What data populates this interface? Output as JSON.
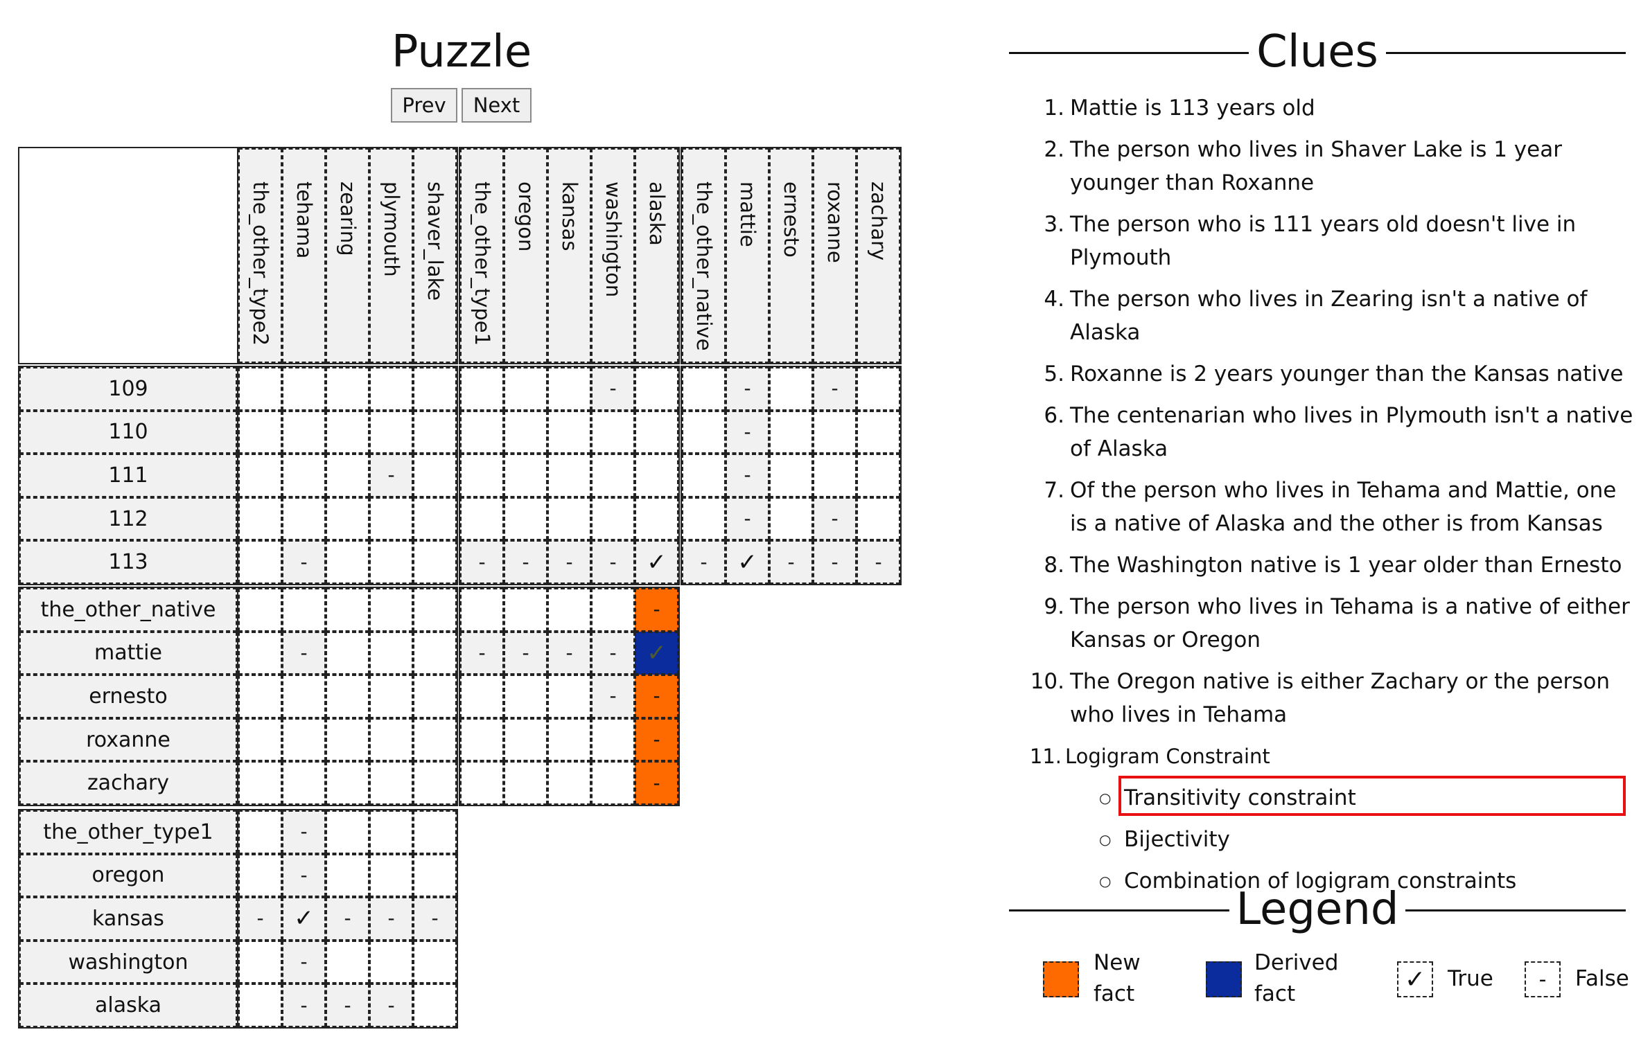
{
  "puzzle": {
    "title": "Puzzle",
    "prev_label": "Prev",
    "next_label": "Next"
  },
  "columns": [
    [
      "the_other_type2",
      "tehama",
      "zearing",
      "plymouth",
      "shaver_lake"
    ],
    [
      "the_other_type1",
      "oregon",
      "kansas",
      "washington",
      "alaska"
    ],
    [
      "the_other_native",
      "mattie",
      "ernesto",
      "roxanne",
      "zachary"
    ]
  ],
  "rows": [
    [
      "109",
      "110",
      "111",
      "112",
      "113"
    ],
    [
      "the_other_native",
      "mattie",
      "ernesto",
      "roxanne",
      "zachary"
    ],
    [
      "the_other_type1",
      "oregon",
      "kansas",
      "washington",
      "alaska"
    ]
  ],
  "cells": [
    [
      [
        [
          "",
          "",
          "",
          "",
          ""
        ],
        [
          "",
          "",
          "",
          "",
          ""
        ],
        [
          "",
          "",
          "",
          "-",
          ""
        ],
        [
          "",
          "",
          "",
          "",
          ""
        ],
        [
          "",
          "-",
          "",
          "",
          ""
        ]
      ],
      [
        [
          "",
          "",
          "",
          "-",
          ""
        ],
        [
          "",
          "",
          "",
          "",
          ""
        ],
        [
          "",
          "",
          "",
          "",
          ""
        ],
        [
          "",
          "",
          "",
          "",
          ""
        ],
        [
          "-",
          "-",
          "-",
          "-",
          "✓"
        ]
      ],
      [
        [
          "",
          "-",
          "",
          "-",
          ""
        ],
        [
          "",
          "-",
          "",
          "",
          ""
        ],
        [
          "",
          "-",
          "",
          "",
          ""
        ],
        [
          "",
          "-",
          "",
          "-",
          ""
        ],
        [
          "-",
          "✓",
          "-",
          "-",
          "-"
        ]
      ]
    ],
    [
      [
        [
          "",
          "",
          "",
          "",
          ""
        ],
        [
          "",
          "-",
          "",
          "",
          ""
        ],
        [
          "",
          "",
          "",
          "",
          ""
        ],
        [
          "",
          "",
          "",
          "",
          ""
        ],
        [
          "",
          "",
          "",
          "",
          ""
        ]
      ],
      [
        [
          "",
          "",
          "",
          "",
          "-"
        ],
        [
          "-",
          "-",
          "-",
          "-",
          "✓"
        ],
        [
          "",
          "",
          "",
          "-",
          "-"
        ],
        [
          "",
          "",
          "",
          "",
          "-"
        ],
        [
          "",
          "",
          "",
          "",
          "-"
        ]
      ]
    ],
    [
      [
        [
          "",
          "-",
          "",
          "",
          ""
        ],
        [
          "",
          "-",
          "",
          "",
          ""
        ],
        [
          "-",
          "✓",
          "-",
          "-",
          "-"
        ],
        [
          "",
          "-",
          "",
          "",
          ""
        ],
        [
          "",
          "-",
          "-",
          "-",
          ""
        ]
      ]
    ]
  ],
  "cell_status": [
    [
      [
        [
          "",
          "",
          "",
          "",
          ""
        ],
        [
          "",
          "",
          "",
          "",
          ""
        ],
        [
          "",
          "",
          "",
          "",
          ""
        ],
        [
          "",
          "",
          "",
          "",
          ""
        ],
        [
          "",
          "",
          "",
          "",
          ""
        ]
      ],
      [
        [
          "",
          "",
          "",
          "",
          ""
        ],
        [
          "",
          "",
          "",
          "",
          ""
        ],
        [
          "",
          "",
          "",
          "",
          ""
        ],
        [
          "",
          "",
          "",
          "",
          ""
        ],
        [
          "",
          "",
          "",
          "",
          ""
        ]
      ],
      [
        [
          "",
          "",
          "",
          "",
          ""
        ],
        [
          "",
          "",
          "",
          "",
          ""
        ],
        [
          "",
          "",
          "",
          "",
          ""
        ],
        [
          "",
          "",
          "",
          "",
          ""
        ],
        [
          "",
          "",
          "",
          "",
          ""
        ]
      ]
    ],
    [
      [
        [
          "",
          "",
          "",
          "",
          ""
        ],
        [
          "",
          "",
          "",
          "",
          ""
        ],
        [
          "",
          "",
          "",
          "",
          ""
        ],
        [
          "",
          "",
          "",
          "",
          ""
        ],
        [
          "",
          "",
          "",
          "",
          ""
        ]
      ],
      [
        [
          "",
          "",
          "",
          "",
          "new"
        ],
        [
          "",
          "",
          "",
          "",
          "derived"
        ],
        [
          "",
          "",
          "",
          "",
          "new"
        ],
        [
          "",
          "",
          "",
          "",
          "new"
        ],
        [
          "",
          "",
          "",
          "",
          "new"
        ]
      ]
    ],
    [
      [
        [
          "",
          "",
          "",
          "",
          ""
        ],
        [
          "",
          "",
          "",
          "",
          ""
        ],
        [
          "",
          "",
          "",
          "",
          ""
        ],
        [
          "",
          "",
          "",
          "",
          ""
        ],
        [
          "",
          "",
          "",
          "",
          ""
        ]
      ]
    ]
  ],
  "clues": {
    "title": "Clues",
    "items": [
      "Mattie is 113 years old",
      "The person who lives in Shaver Lake is 1 year younger than Roxanne",
      "The person who is 111 years old doesn't live in Plymouth",
      "The person who lives in Zearing isn't a native of Alaska",
      "Roxanne is 2 years younger than the Kansas native",
      "The centenarian who lives in Plymouth isn't a native of Alaska",
      "Of the person who lives in Tehama and Mattie, one is a native of Alaska and the other is from Kansas",
      "The Washington native is 1 year older than Ernesto",
      "The person who lives in Tehama is a native of either Kansas or Oregon",
      "The Oregon native is either Zachary or the person who lives in Tehama"
    ],
    "last_item": {
      "label": "Logigram Constraint",
      "subitems": [
        "Transitivity constraint",
        "Bijectivity",
        "Combination of logigram constraints"
      ],
      "highlighted": "Bijectivity"
    }
  },
  "legend": {
    "title": "Legend",
    "new_fact": {
      "line1": "New",
      "line2": "fact",
      "color": "#ff6a00"
    },
    "derived_fact": {
      "line1": "Derived",
      "line2": "fact",
      "color": "#0a2c9c"
    },
    "true_label": "True",
    "false_label": "False",
    "true_mark": "✓",
    "false_mark": "-"
  },
  "colors": {
    "highlight": "#e81010",
    "label_bg": "#f1f1f1"
  }
}
